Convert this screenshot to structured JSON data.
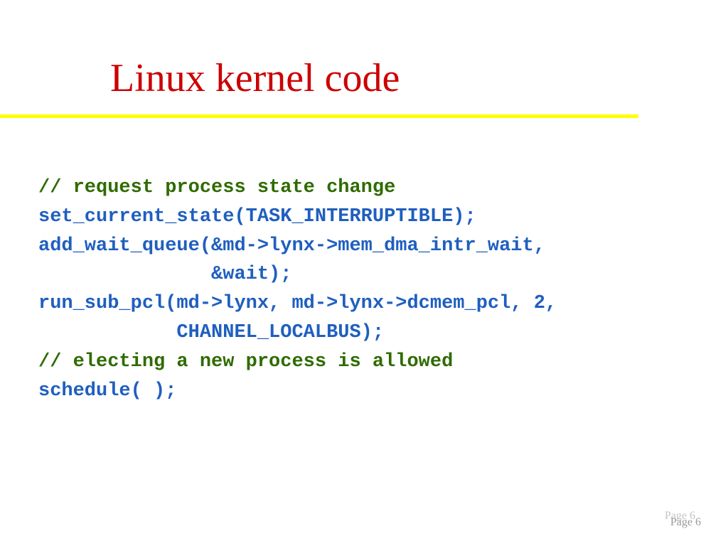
{
  "slide": {
    "title": "Linux kernel code",
    "code_lines": [
      {
        "kind": "comment",
        "text": "// request process state change"
      },
      {
        "kind": "stmt",
        "text": "set_current_state(TASK_INTERRUPTIBLE);"
      },
      {
        "kind": "stmt",
        "text": "add_wait_queue(&md->lynx->mem_dma_intr_wait,"
      },
      {
        "kind": "stmt",
        "text": "               &wait);"
      },
      {
        "kind": "stmt",
        "text": "run_sub_pcl(md->lynx, md->lynx->dcmem_pcl, 2,"
      },
      {
        "kind": "stmt",
        "text": "            CHANNEL_LOCALBUS);"
      },
      {
        "kind": "comment",
        "text": "// electing a new process is allowed"
      },
      {
        "kind": "stmt",
        "text": "schedule( );"
      }
    ],
    "page_label": "Page 6"
  },
  "colors": {
    "title": "#cc0000",
    "rule": "#ffff00",
    "comment": "#2f6b00",
    "code": "#1f5fbf",
    "page_number": "#9a9a9a"
  }
}
